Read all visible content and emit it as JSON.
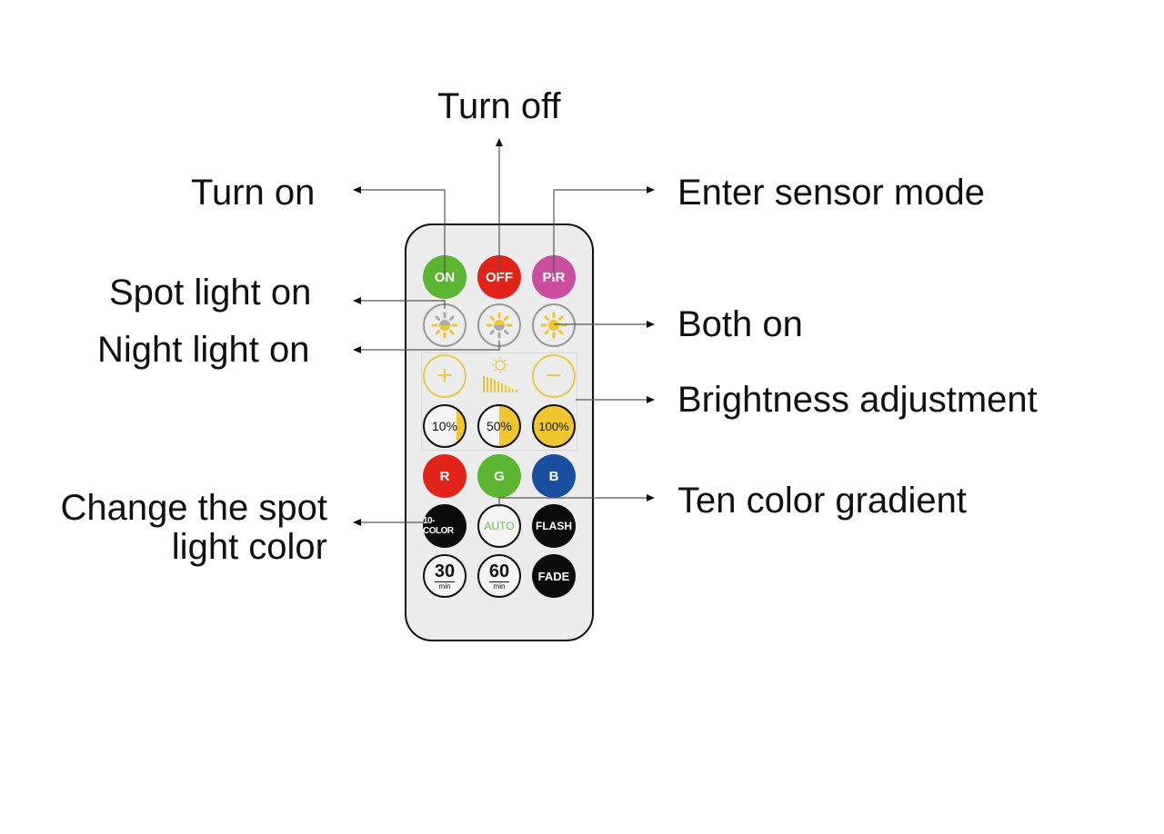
{
  "labels": {
    "turn_off": "Turn off",
    "turn_on": "Turn on",
    "enter_sensor_mode": "Enter sensor mode",
    "spot_light_on": "Spot light on",
    "night_light_on": "Night light on",
    "both_on": "Both on",
    "brightness_adjustment": "Brightness adjustment",
    "ten_color_gradient": "Ten color gradient",
    "change_spot_color_line1": "Change the spot",
    "change_spot_color_line2": "light color"
  },
  "remote": {
    "row1": [
      {
        "label": "ON",
        "color": "#5cb531"
      },
      {
        "label": "OFF",
        "color": "#e2231a"
      },
      {
        "label": "PIR",
        "color": "#c94ea0"
      }
    ],
    "row2_icons": [
      "spot-light-sun-icon",
      "night-light-sun-icon",
      "both-on-sun-icon"
    ],
    "row3": {
      "plus": "+",
      "minus": "−"
    },
    "row4": [
      {
        "label": "10%",
        "fill": 0.1
      },
      {
        "label": "50%",
        "fill": 0.5
      },
      {
        "label": "100%",
        "fill": 1.0
      }
    ],
    "row5": [
      {
        "label": "R",
        "color": "#e2231a"
      },
      {
        "label": "G",
        "color": "#5cb531"
      },
      {
        "label": "B",
        "color": "#1a4fa0"
      }
    ],
    "row6": [
      {
        "label": "10- COLOR"
      },
      {
        "label": "AUTO",
        "color": "#6cbf4a"
      },
      {
        "label": "FLASH"
      }
    ],
    "row7": [
      {
        "number": "30",
        "unit": "min"
      },
      {
        "number": "60",
        "unit": "min"
      },
      {
        "label": "FADE"
      }
    ],
    "accent_yellow": "#f0c62e"
  }
}
